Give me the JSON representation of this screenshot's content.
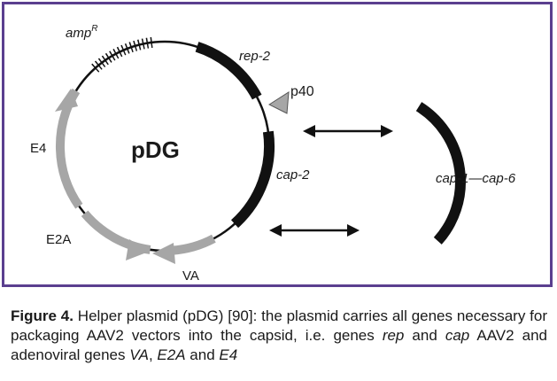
{
  "diagram": {
    "plasmid_name": "pDG",
    "segments": {
      "amp": "amp",
      "amp_sup": "R",
      "rep": "rep-2",
      "promoter": "p40",
      "cap": "cap-2",
      "e4": "E4",
      "e2a": "E2A",
      "va": "VA"
    },
    "replacement": "cap-1—cap-6"
  },
  "caption": {
    "label": "Figure 4.",
    "text_1": " Helper plasmid (pDG) [90]: the plasmid carries all genes necessary for packaging AAV2 vectors into the capsid, i.e. genes ",
    "rep": "rep",
    "text_2": " and ",
    "cap": "cap",
    "text_3": " AAV2 and adenoviral genes ",
    "va": "VA",
    "text_4": ", ",
    "e2a": "E2A",
    "text_5": " and ",
    "e4": "E4"
  },
  "colors": {
    "frame": "#5b3f8f",
    "gene_black": "#111111",
    "gene_gray": "#a6a6a6",
    "promoter_fill": "#a6a6a6"
  }
}
